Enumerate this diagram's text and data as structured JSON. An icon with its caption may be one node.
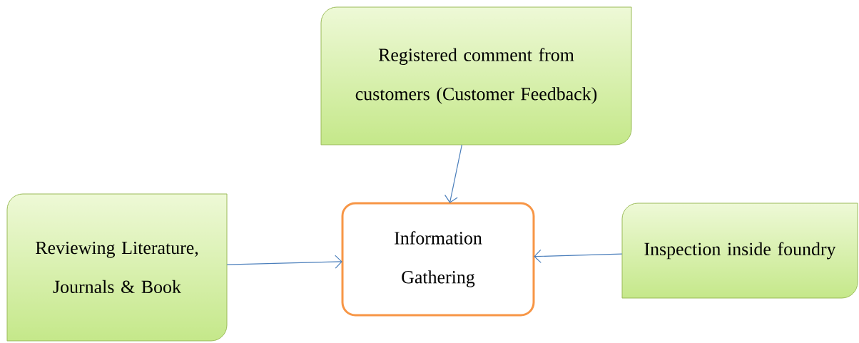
{
  "diagram": {
    "nodes": [
      {
        "text": [
          "Registered comment from customers (Customer Feedback)"
        ]
      },
      {
        "text": [
          "Reviewing Literature, Journals & Book"
        ]
      },
      {
        "text": [
          "Information Gathering"
        ]
      },
      {
        "text": [
          "Inspection inside foundry"
        ]
      }
    ],
    "edges": [
      {
        "from": 0,
        "to": 2,
        "arrow": "to"
      },
      {
        "from": 1,
        "to": 2,
        "arrow": "to"
      },
      {
        "from": 3,
        "to": 2,
        "arrow": "to"
      }
    ]
  }
}
